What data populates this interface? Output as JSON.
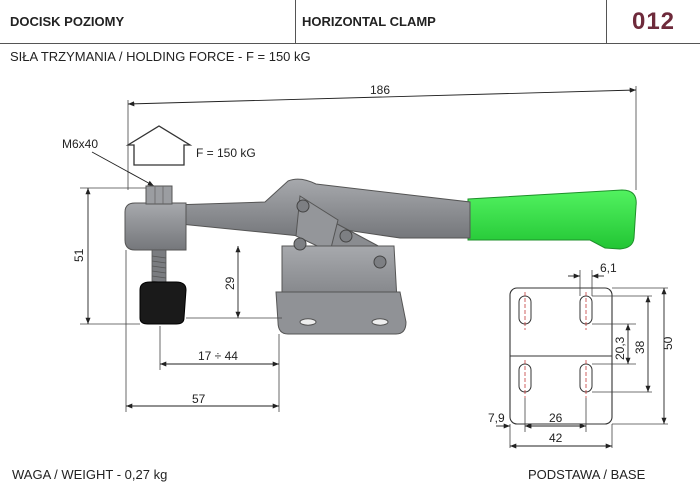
{
  "header": {
    "title_pl": "DOCISK POZIOMY",
    "title_en": "HORIZONTAL CLAMP",
    "code": "012"
  },
  "subtitle": "SIŁA TRZYMANIA / HOLDING FORCE - F = 150 kG",
  "drawing": {
    "dim_overall": "186",
    "bolt_label": "M6x40",
    "force_label": "F = 150 kG",
    "dim_height": "51",
    "dim_spindle": "29",
    "dim_spindle_range": "17 ÷ 44",
    "dim_reach": "57"
  },
  "base": {
    "dim_slot": "6,1",
    "dim_20_3": "20,3",
    "dim_38": "38",
    "dim_50": "50",
    "dim_7_9": "7,9",
    "dim_26": "26",
    "dim_42": "42"
  },
  "footer": {
    "weight": "WAGA / WEIGHT - 0,27 kg",
    "base_label": "PODSTAWA / BASE"
  },
  "colors": {
    "handle": "#39e24a",
    "code": "#6e2a3b",
    "metal": "#8a8c90"
  }
}
